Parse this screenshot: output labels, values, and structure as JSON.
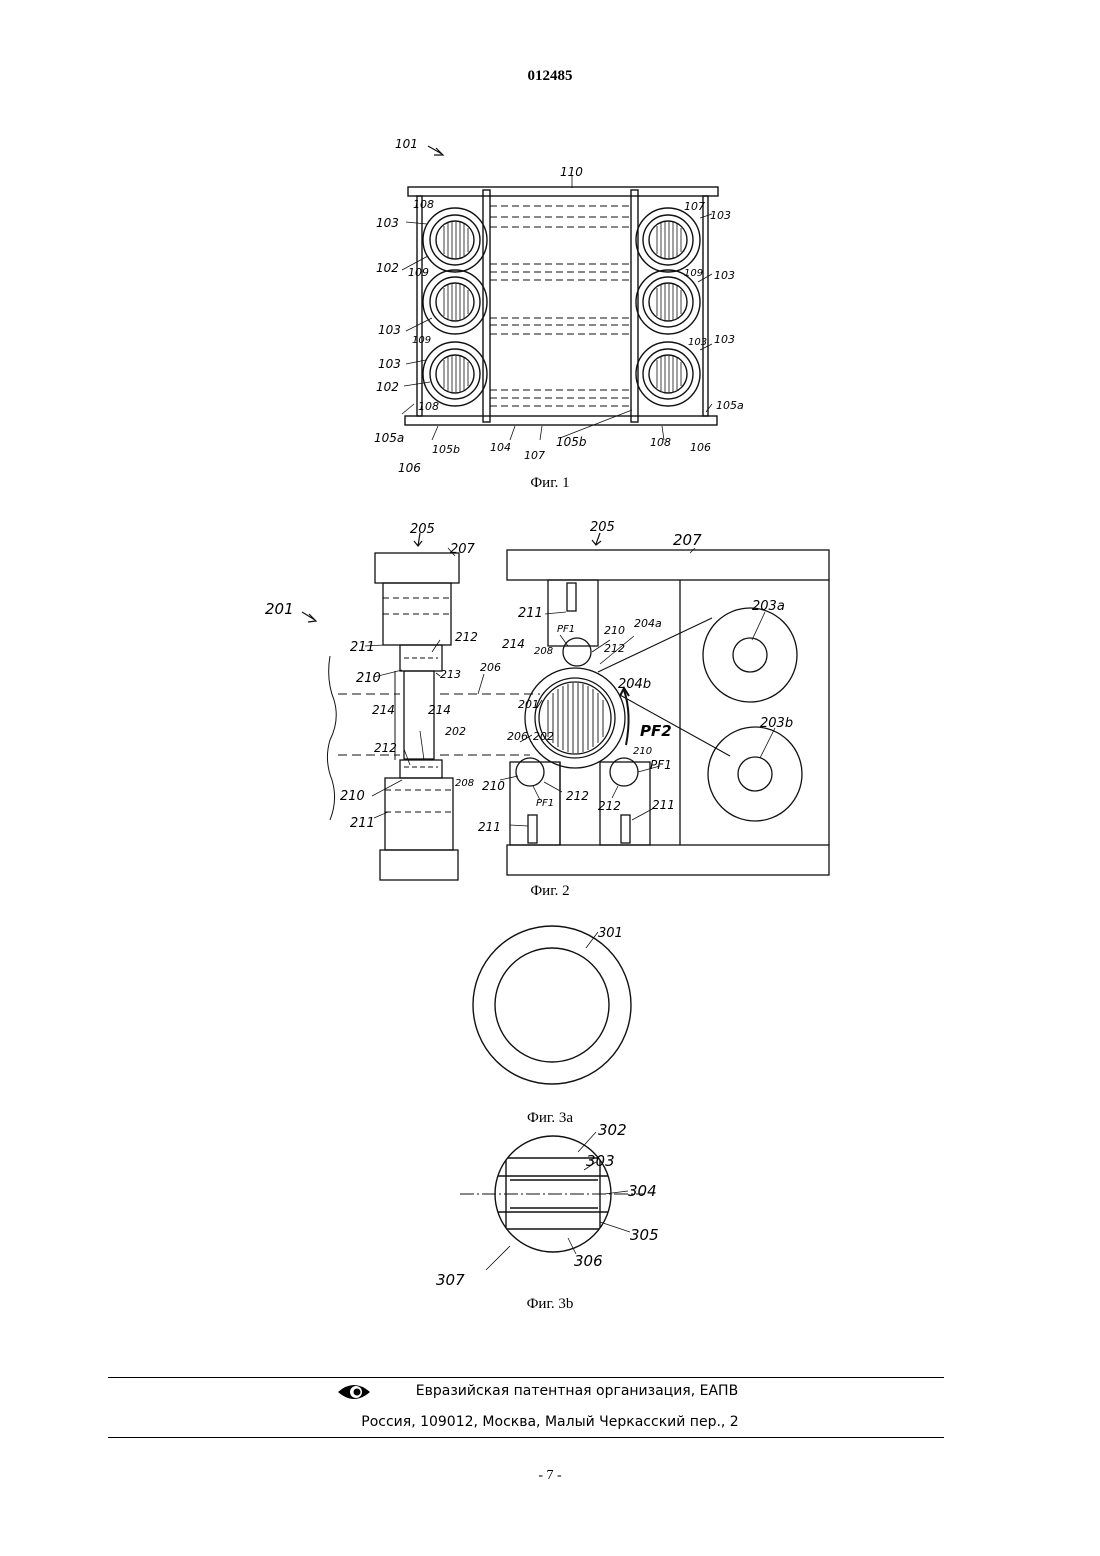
{
  "header": {
    "doc_number": "012485"
  },
  "figures": {
    "fig1": {
      "caption": "Фиг. 1",
      "labels": [
        "101",
        "110",
        "108",
        "107",
        "103",
        "103",
        "109",
        "102",
        "103",
        "103",
        "109",
        "103",
        "109",
        "103",
        "103",
        "102",
        "108",
        "105a",
        "105a",
        "105b",
        "104",
        "107",
        "105b",
        "108",
        "106",
        "106"
      ]
    },
    "fig2": {
      "caption": "Фиг. 2",
      "labels": [
        "201",
        "205",
        "207",
        "205",
        "207",
        "203a",
        "211",
        "212",
        "211",
        "PF1",
        "210",
        "212",
        "204a",
        "214",
        "208",
        "210",
        "213",
        "206",
        "201",
        "204b",
        "214",
        "214",
        "202",
        "206",
        "202",
        "PF2",
        "212",
        "208",
        "210",
        "PF1",
        "210",
        "212",
        "210",
        "PF1",
        "212",
        "211",
        "203b",
        "211",
        "211"
      ]
    },
    "fig3a": {
      "caption": "Фиг. 3a",
      "labels": [
        "301"
      ]
    },
    "fig3b": {
      "caption": "Фиг. 3b",
      "labels": [
        "302",
        "303",
        "304",
        "305",
        "306",
        "307"
      ]
    }
  },
  "footer": {
    "org_name": "Евразийская патентная организация, ЕАПВ",
    "address": "Россия, 109012, Москва, Малый Черкасский пер., 2",
    "page_number": "- 7 -"
  }
}
